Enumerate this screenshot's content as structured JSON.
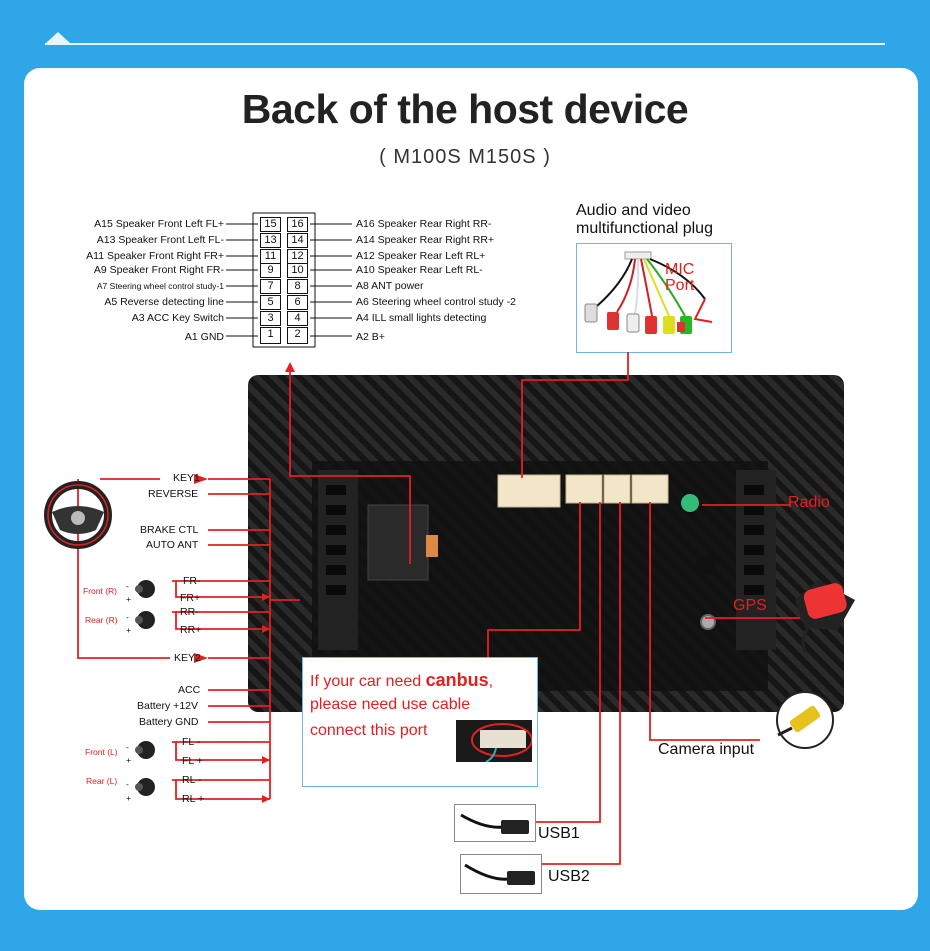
{
  "header": {
    "title": "Back of the host device",
    "subtitle": "( M100S M150S )"
  },
  "connector": {
    "left_labels": [
      "A15  Speaker Front Left FL+",
      "A13  Speaker Front Left FL-",
      "A11  Speaker Front Right FR+",
      "A9    Speaker Front Right FR-",
      "A7    Steering wheel control study-1",
      "A5    Reverse detecting line",
      "A3 ACC Key Switch",
      "A1 GND"
    ],
    "right_labels": [
      "A16 Speaker Rear Right RR-",
      "A14 Speaker Rear Right RR+",
      "A12 Speaker Rear Left RL+",
      "A10 Speaker Rear Left RL-",
      "A8   ANT power",
      "A6   Steering wheel control study -2",
      "A4   ILL small lights detecting",
      "A2   B+"
    ],
    "pins_left": [
      "15",
      "13",
      "11",
      "9",
      "7",
      "5",
      "3",
      "1"
    ],
    "pins_right": [
      "16",
      "14",
      "12",
      "10",
      "8",
      "6",
      "4",
      "2"
    ]
  },
  "av_plug": {
    "title_line1": "Audio and video",
    "title_line2": "multifunctional plug",
    "mic_line1": "MIC",
    "mic_line2": "Port"
  },
  "side_labels": {
    "key1": "KEY1",
    "reverse": "REVERSE",
    "brake": "BRAKE CTL",
    "auto_ant": "AUTO ANT",
    "front_r": "Front (R)",
    "rear_r": "Rear (R)",
    "fr_minus": "FR-",
    "fr_plus": "FR+",
    "rr_minus": "RR-",
    "rr_plus": "RR+",
    "key2": "KEY2",
    "acc": "ACC",
    "battery_12v": "Battery +12V",
    "battery_gnd": "Battery GND",
    "front_l": "Front (L)",
    "rear_l": "Rear (L)",
    "fl_minus": "FL -",
    "fl_plus": "FL +",
    "rl_minus": "RL -",
    "rl_plus": "RL +",
    "minus": "-",
    "plus": "+"
  },
  "right_labels": {
    "radio": "Radio",
    "gps": "GPS",
    "camera": "Camera input",
    "usb1": "USB1",
    "usb2": "USB2"
  },
  "canbus": {
    "line1_prefix": "If your car need ",
    "line1_bold": "canbus",
    "line1_suffix": ",",
    "line2": "please need use cable",
    "line3": "connect this port"
  },
  "colors": {
    "background": "#2fa6e8",
    "card": "#ffffff",
    "wire_red": "#e32020",
    "frame_blue": "#6cb7e8"
  }
}
